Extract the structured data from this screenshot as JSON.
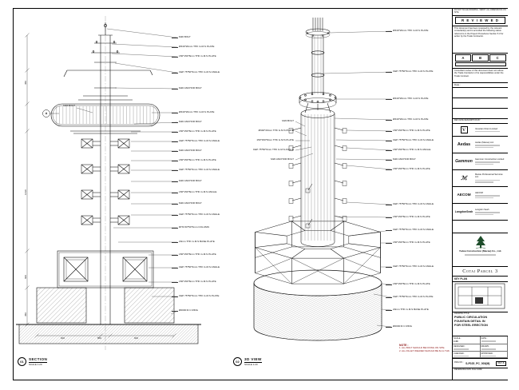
{
  "sheet": {
    "top_note": "DO NOT SCALE DRAWING. VERIFY ALL DIMENSIONS ON SITE.",
    "reference_label": "REFERENCE DWG FILE NAME :"
  },
  "stamp": {
    "title": "R E V I E W E D",
    "body": "This document has been reviewed by the relevant consultant(s) and is accorded the following status referred to in the Project Procedures Section 5.3 for action by the Trade Contractor.",
    "options": [
      "A",
      "B",
      "C"
    ],
    "footer": "Consultant review of this document does not relieve the Trade Contractor of its responsibilities under the Trade Contract.",
    "date_label": "Date :"
  },
  "revision_header": "REV   DATE   DESCRIPTION   BY",
  "companies": [
    {
      "logo": "V",
      "name": "Venetian Orient Limited"
    },
    {
      "logo": "Aedas",
      "name": "Aedas (Macau) Ltd."
    },
    {
      "logo": "Gammon",
      "name": "Gammon Construction Limited"
    },
    {
      "logo": "ℳ",
      "name": "Macau Professional Services Ltd."
    },
    {
      "logo": "AECOM",
      "name": "AECOM"
    },
    {
      "logo": "LangdonSeah",
      "name": "Langdon Seah"
    }
  ],
  "contractor": {
    "name": "Yudea Construction (Macau) Co., Ltd."
  },
  "project": {
    "name": "Cotai Parcel 3"
  },
  "key_plan": {
    "label": "KEY PLAN"
  },
  "title_block": {
    "drawing_title_label": "DRAWING TITLE :",
    "drawing_title_lines": [
      "PUBLIC CIRCULATION",
      "FOUNTAIN DETAIL IN",
      "FOR STEEL ERECTION"
    ],
    "fields": [
      {
        "label": "SCALE :",
        "value": "1:20"
      },
      {
        "label": "DATE :",
        "value": ""
      },
      {
        "label": "DESIGNED :",
        "value": ""
      },
      {
        "label": "DRAWN :",
        "value": ""
      },
      {
        "label": "CHECKED :",
        "value": ""
      },
      {
        "label": "APPROVED :",
        "value": ""
      }
    ],
    "dwg_no_label": "DWG NO. :",
    "dwg_no": "S-F025_PC_003(M)",
    "rev_label": "REV",
    "rev": "A"
  },
  "views": {
    "section": {
      "number": "01",
      "title": "SECTION",
      "scale": "SCALE 1:20"
    },
    "iso": {
      "number": "02",
      "title": "3D VIEW",
      "scale": "SCALE 1:20"
    }
  },
  "notes": {
    "heading": "NOTE :",
    "items": [
      "1. ALL BOLT SHOULD BE FIXING ON SITE.",
      "2. ALL FILLET WELDED SHOULD BE 6mm THK."
    ]
  },
  "section": {
    "grid_marker": "A",
    "left_annotations": [
      "M20 BOLT"
    ],
    "annotations": [
      "M20 BOLT",
      "Ø340*20mm THK G.M.S PLATE",
      "150*150*8mm THK G.M.S PLATE",
      "CEP 75*50*6mm THK G.M.S ANGLE",
      "M20 ANCHOR BOLT",
      "Ø340*20mm THK G.M.S PLATE",
      "M20 ANCHOR BOLT",
      "150*150*8mm THK G.M.S PLATE",
      "CEP 75*50*6mm THK G.M.S ANGLE",
      "M20 ANCHOR BOLT",
      "150*150*8mm THK G.M.S PLATE",
      "CEP 75*50*6mm THK G.M.S ANGLE",
      "M20 ANCHOR BOLT",
      "150*150*8mm THK G.M.S ANGLE",
      "M20 ANCHOR BOLT",
      "CEP 75*50*6mm THK G.M.S ANGLE",
      "RHS 50*50*3mm COLUMN",
      "20mm THK G.M.S BASE PLATE",
      "150*150*8mm THK G.M.S PLATE",
      "CEP 75*50*6mm THK G.M.S ANGLE",
      "150*150*8mm THK G.M.S PLATE",
      "CEP 75*50*6mm THK G.M.S PLATE",
      "Ø2000 R.C RING"
    ],
    "dims_left": [
      "450",
      "1430",
      "600",
      "450"
    ],
    "dims_bottom": [
      "600",
      "800",
      "600"
    ]
  },
  "iso": {
    "annotations": [
      "Ø340*20mm THK G.M.S PLATE",
      "CEP 75*50*6mm THK G.M.S PLATE",
      "Ø340*20mm THK G.M.S PLATE",
      "Ø340*20mm THK G.M.S PLATE",
      "150*150*8mm THK G.M.S PLATE",
      "CEP 75*50*6mm THK G.M.S ANGLE",
      "150*150*8mm THK G.M.S ANGLE",
      "M20 ANCHOR BOLT",
      "150*150*8mm THK G.M.S PLATE",
      "CEP 75*50*6mm THK G.M.S ANGLE",
      "150*150*8mm THK G.M.S PLATE",
      "CEP 75*50*6mm THK G.M.S ANGLE",
      "150*150*8mm THK G.M.S PLATE",
      "CEP 75*50*6mm THK G.M.S ANGLE",
      "150*150*8mm THK G.M.S PLATE",
      "CEP 75*50*6mm THK G.M.S PLATE",
      "20mm THK G.M.S BASE PLATE",
      "Ø2000 R.C RING"
    ],
    "left_annotations": [
      "M20 BOLT",
      "Ø340*20mm THK G.M.S PLATE",
      "150*150*8mm THK G.M.S PLATE",
      "CEP 75*50*6mm THK G.M.S ANGLE",
      "M20 ANCHOR BOLT"
    ]
  }
}
